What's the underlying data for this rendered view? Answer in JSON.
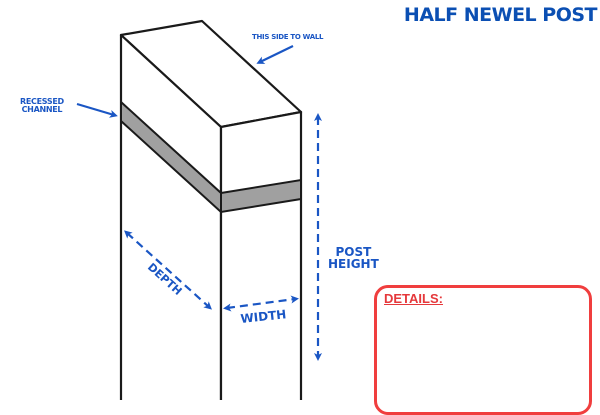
{
  "title": "HALF NEWEL POST",
  "labels": {
    "wall_side": "THIS SIDE TO WALL",
    "channel_line1": "RECESSED",
    "channel_line2": "CHANNEL",
    "height_line1": "POST",
    "height_line2": "HEIGHT",
    "depth": "DEPTH",
    "width": "WIDTH"
  },
  "details": {
    "heading": "DETAILS:",
    "body": ""
  },
  "colors": {
    "title": "#0b4fb3",
    "annotation": "#1a56c4",
    "outline": "#1a1a1a",
    "channel_fill": "#a0a0a0",
    "details_border": "#f03e3e"
  }
}
